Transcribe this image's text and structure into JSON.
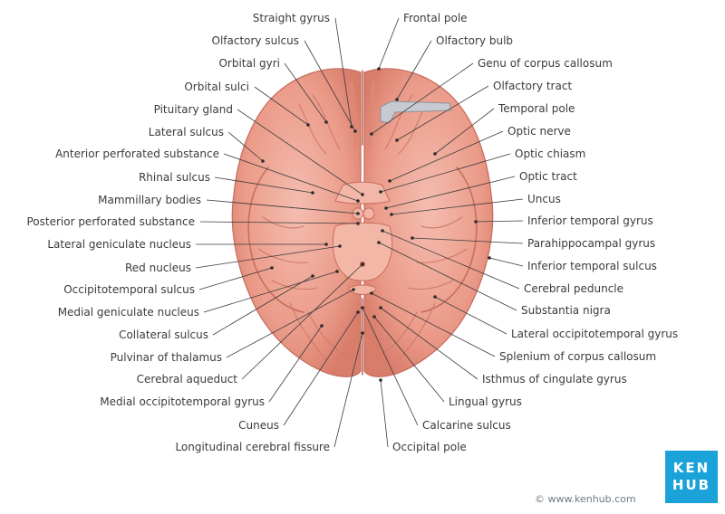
{
  "labels": {
    "left": [
      "Straight gyrus",
      "Olfactory sulcus",
      "Orbital gyri",
      "Orbital sulci",
      "Pituitary gland",
      "Lateral sulcus",
      "Anterior perforated substance",
      "Rhinal sulcus",
      "Mammillary bodies",
      "Posterior perforated substance",
      "Lateral geniculate nucleus",
      "Red nucleus",
      "Occipitotemporal sulcus",
      "Medial geniculate nucleus",
      "Collateral sulcus",
      "Pulvinar of thalamus",
      "Cerebral aqueduct",
      "Medial occipitotemporal gyrus",
      "Cuneus",
      "Longitudinal cerebral fissure"
    ],
    "right": [
      "Frontal pole",
      "Olfactory bulb",
      "Genu of corpus callosum",
      "Olfactory tract",
      "Temporal pole",
      "Optic nerve",
      "Optic chiasm",
      "Optic tract",
      "Uncus",
      "Inferior temporal gyrus",
      "Parahippocampal gyrus",
      "Inferior temporal sulcus",
      "Cerebral peduncle",
      "Substantia nigra",
      "Lateral occipitotemporal gyrus",
      "Splenium of corpus callosum",
      "Isthmus of cingulate gyrus",
      "Lingual gyrus",
      "Calcarine sulcus",
      "Occipital pole"
    ]
  },
  "branding": {
    "logo_line1": "KEN",
    "logo_line2": "HUB",
    "credit": "© www.kenhub.com"
  },
  "colors": {
    "brain": "#e8927f",
    "brain_light": "#f2b4a4",
    "brain_dark": "#c96e5f",
    "brand": "#1ba3d9"
  }
}
